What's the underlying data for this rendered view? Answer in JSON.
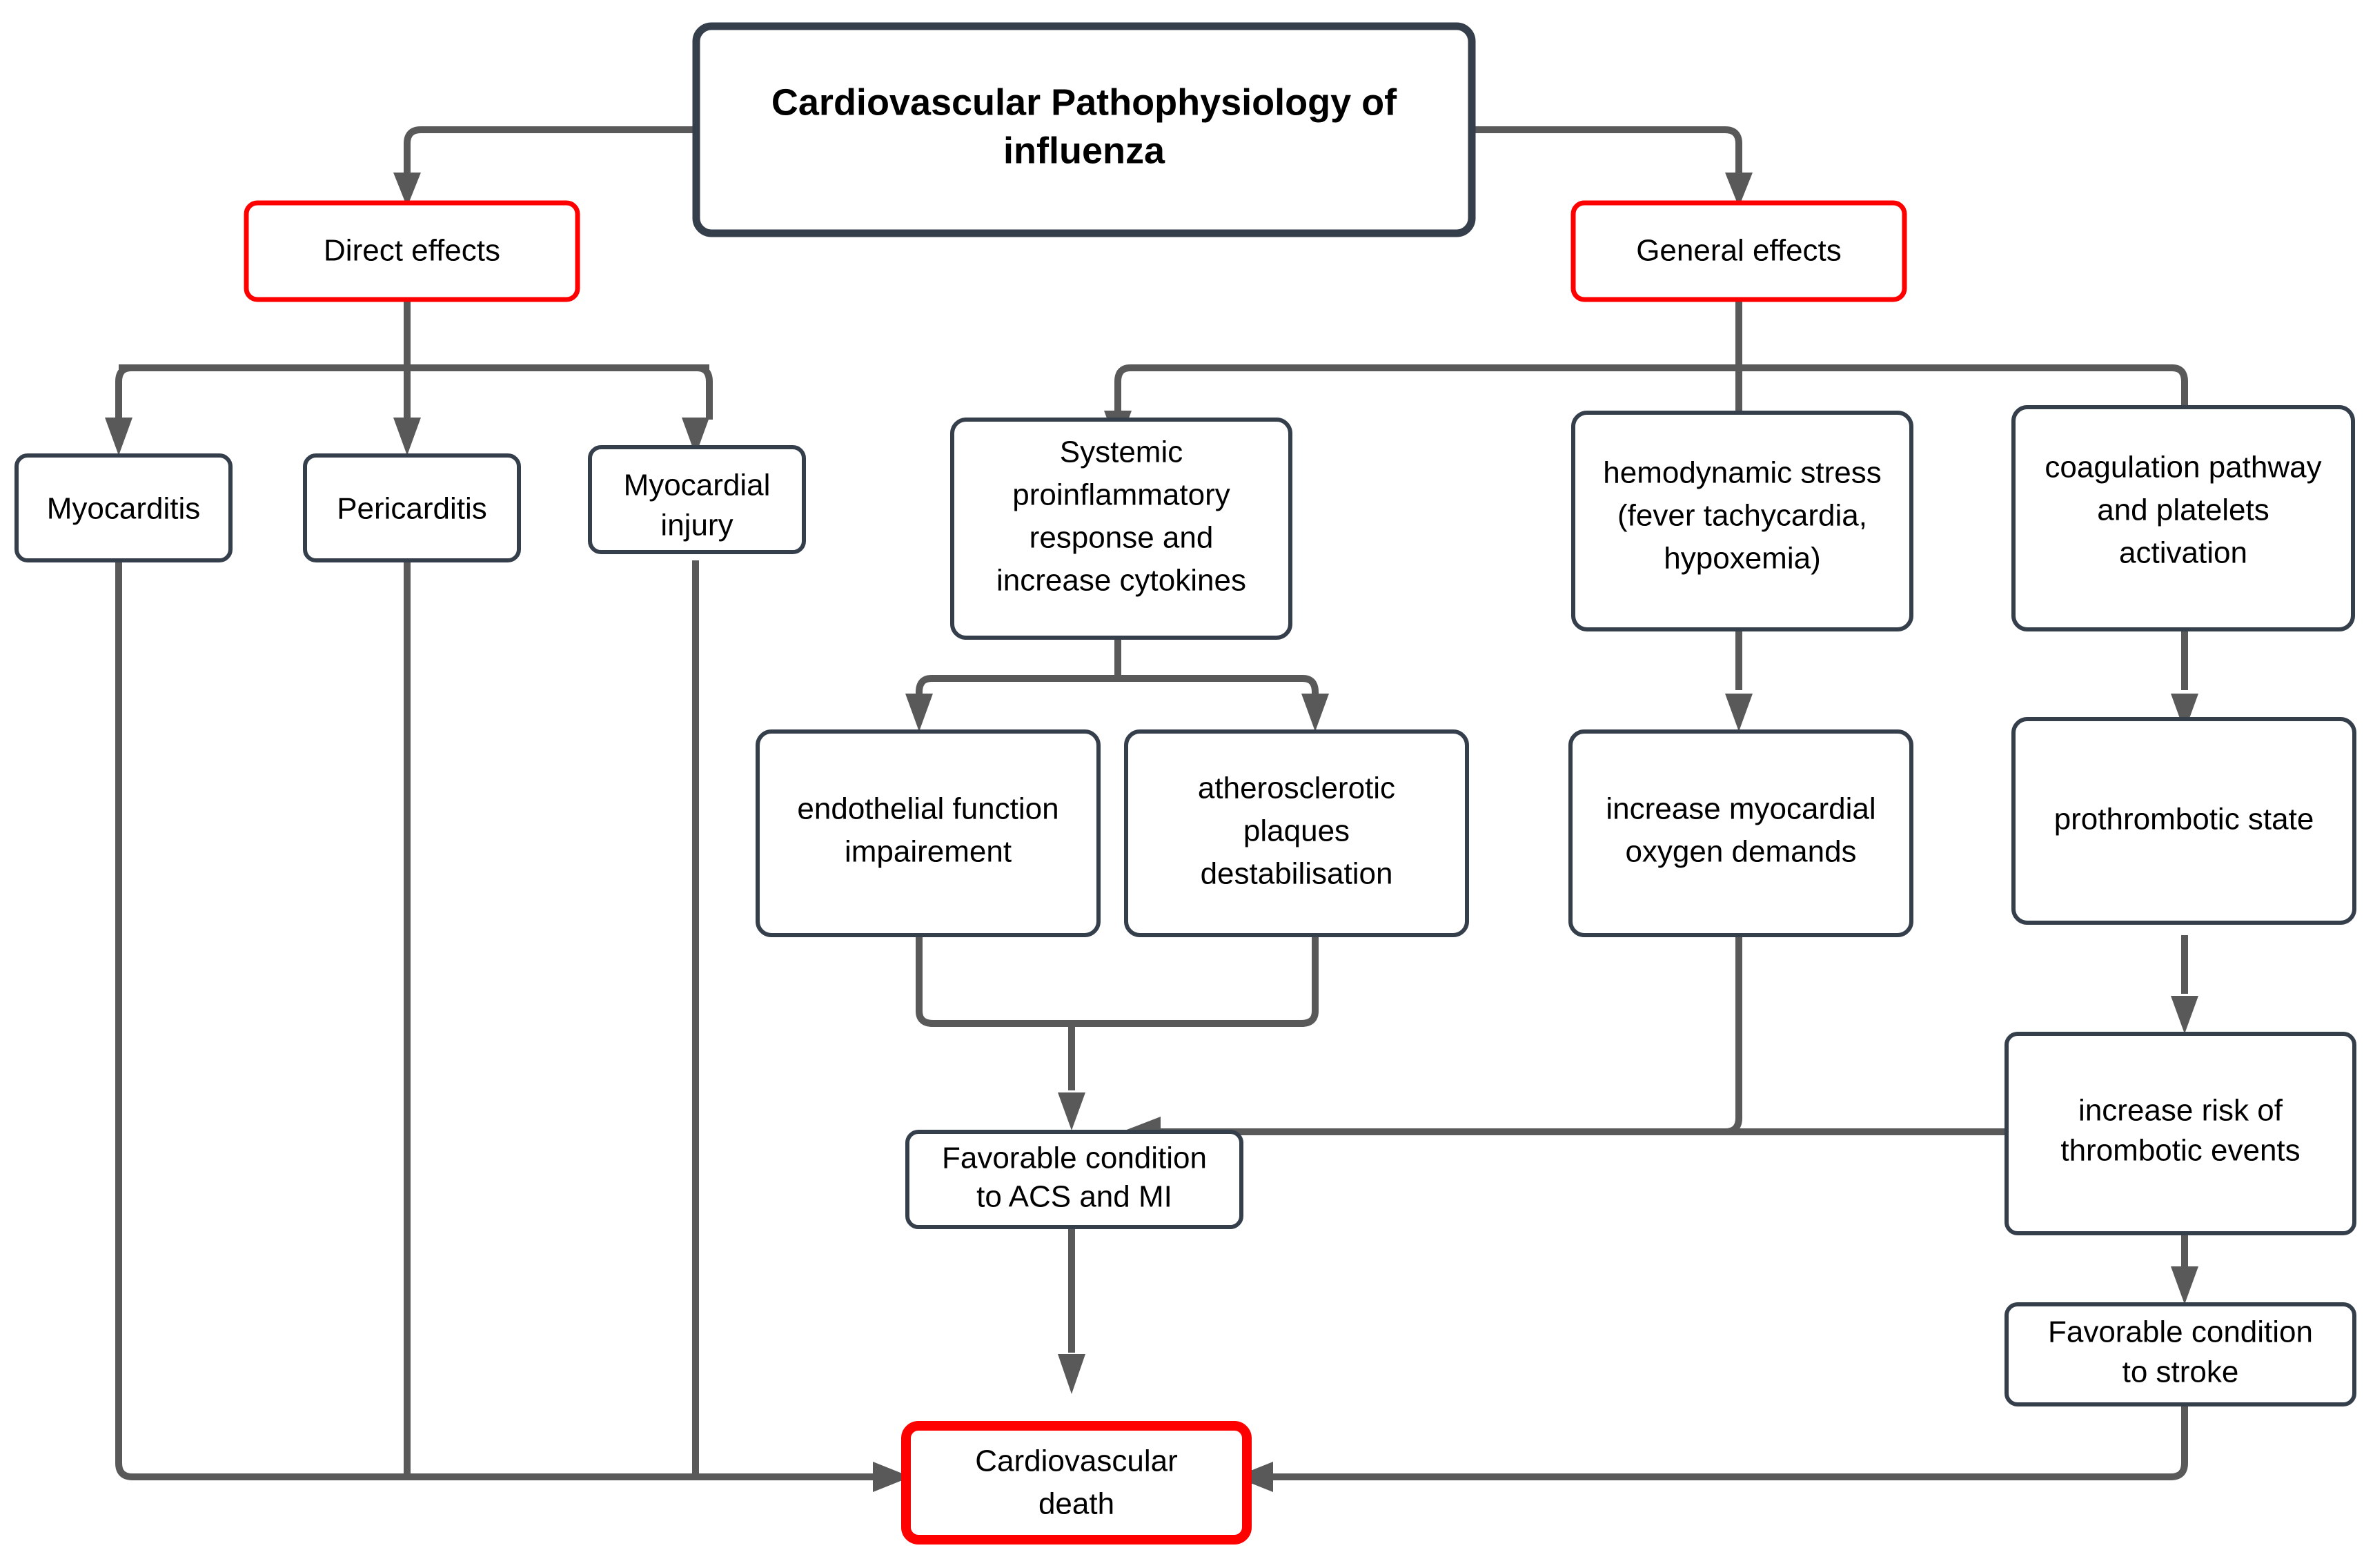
{
  "diagram": {
    "title": "Cardiovascular Pathophysiology of influenza",
    "colors": {
      "accent_red": "#ff0000",
      "node_border_navy": "#353f4c",
      "edge_gray": "#595959",
      "background": "#ffffff",
      "text": "#000000"
    },
    "nodes": {
      "root": {
        "id": "root",
        "label_line1": "Cardiovascular Pathophysiology of",
        "label_line2": "influenza",
        "style": "navy-thick"
      },
      "direct_effects": {
        "id": "direct-effects",
        "label_line1": "Direct effects",
        "style": "red"
      },
      "general_effects": {
        "id": "general-effects",
        "label_line1": "General effects",
        "style": "red"
      },
      "myocarditis": {
        "id": "myocarditis",
        "label_line1": "Myocarditis",
        "style": "navy"
      },
      "pericarditis": {
        "id": "pericarditis",
        "label_line1": "Pericarditis",
        "style": "navy"
      },
      "myocardial_injury": {
        "id": "myocardial-injury",
        "label_line1": "Myocardial",
        "label_line2": "injury",
        "style": "navy"
      },
      "systemic_proinflammatory": {
        "id": "systemic-proinflammatory-response",
        "label_line1": "Systemic",
        "label_line2": "proinflammatory",
        "label_line3": "response and",
        "label_line4": "increase cytokines",
        "style": "navy"
      },
      "hemodynamic_stress": {
        "id": "hemodynamic-stress",
        "label_line1": "hemodynamic stress",
        "label_line2": "(fever tachycardia,",
        "label_line3": "hypoxemia)",
        "style": "navy"
      },
      "coagulation_pathway": {
        "id": "coagulation-pathway",
        "label_line1": "coagulation pathway",
        "label_line2": "and platelets",
        "label_line3": "activation",
        "style": "navy"
      },
      "endothelial_impairment": {
        "id": "endothelial-function-impairement",
        "label_line1": "endothelial function",
        "label_line2": "impairement",
        "style": "navy"
      },
      "atherosclerotic_plaques": {
        "id": "atherosclerotic-plaques-destabilisation",
        "label_line1": "atherosclerotic",
        "label_line2": "plaques",
        "label_line3": "destabilisation",
        "style": "navy"
      },
      "myocardial_oxygen": {
        "id": "increase-myocardial-oxygen-demands",
        "label_line1": "increase myocardial",
        "label_line2": "oxygen demands",
        "style": "navy"
      },
      "prothrombotic_state": {
        "id": "prothrombotic-state",
        "label_line1": "prothrombotic state",
        "style": "navy"
      },
      "favorable_acs_mi": {
        "id": "favorable-condition-to-acs-and-mi",
        "label_line1": "Favorable condition",
        "label_line2": "to ACS and MI",
        "style": "navy"
      },
      "thrombotic_events": {
        "id": "increase-risk-of-thrombotic-events",
        "label_line1": "increase risk of",
        "label_line2": "thrombotic events",
        "style": "navy"
      },
      "favorable_stroke": {
        "id": "favorable-condition-to-stroke",
        "label_line1": "Favorable condition",
        "label_line2": "to stroke",
        "style": "navy"
      },
      "cardiovascular_death": {
        "id": "cardiovascular-death",
        "label_line1": "Cardiovascular",
        "label_line2": "death",
        "style": "red-thick"
      }
    },
    "edges": [
      {
        "from": "root",
        "to": "direct_effects"
      },
      {
        "from": "root",
        "to": "general_effects"
      },
      {
        "from": "direct_effects",
        "to": "myocarditis"
      },
      {
        "from": "direct_effects",
        "to": "pericarditis"
      },
      {
        "from": "direct_effects",
        "to": "myocardial_injury"
      },
      {
        "from": "general_effects",
        "to": "systemic_proinflammatory"
      },
      {
        "from": "general_effects",
        "to": "hemodynamic_stress"
      },
      {
        "from": "general_effects",
        "to": "coagulation_pathway"
      },
      {
        "from": "systemic_proinflammatory",
        "to": "endothelial_impairment"
      },
      {
        "from": "systemic_proinflammatory",
        "to": "atherosclerotic_plaques"
      },
      {
        "from": "hemodynamic_stress",
        "to": "myocardial_oxygen"
      },
      {
        "from": "coagulation_pathway",
        "to": "prothrombotic_state"
      },
      {
        "from": "endothelial_impairment",
        "to": "favorable_acs_mi"
      },
      {
        "from": "atherosclerotic_plaques",
        "to": "favorable_acs_mi"
      },
      {
        "from": "myocardial_oxygen",
        "to": "favorable_acs_mi"
      },
      {
        "from": "prothrombotic_state",
        "to": "thrombotic_events"
      },
      {
        "from": "thrombotic_events",
        "to": "favorable_acs_mi"
      },
      {
        "from": "thrombotic_events",
        "to": "favorable_stroke"
      },
      {
        "from": "favorable_acs_mi",
        "to": "cardiovascular_death"
      },
      {
        "from": "favorable_stroke",
        "to": "cardiovascular_death"
      },
      {
        "from": "myocarditis",
        "to": "cardiovascular_death"
      },
      {
        "from": "pericarditis",
        "to": "cardiovascular_death"
      },
      {
        "from": "myocardial_injury",
        "to": "cardiovascular_death"
      }
    ]
  }
}
